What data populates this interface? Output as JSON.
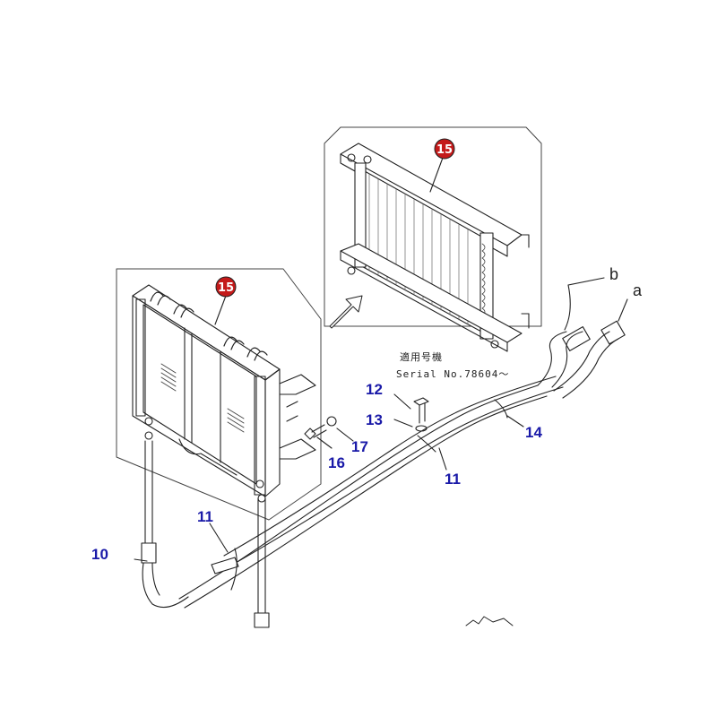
{
  "colors": {
    "line": "#222222",
    "part_number": "#1a1aa8",
    "callout_fill": "#c41a1a",
    "callout_text": "#ffffff"
  },
  "callouts": {
    "main_radiator": "15",
    "detail_radiator": "15"
  },
  "part_labels": {
    "p10": "10",
    "p11_left": "11",
    "p11_right": "11",
    "p12": "12",
    "p13": "13",
    "p14": "14",
    "p16": "16",
    "p17": "17"
  },
  "connection_labels": {
    "a": "a",
    "b": "b"
  },
  "serial_note": {
    "applicable_models": "適用号機",
    "serial_number": "Serial No.78604～"
  }
}
